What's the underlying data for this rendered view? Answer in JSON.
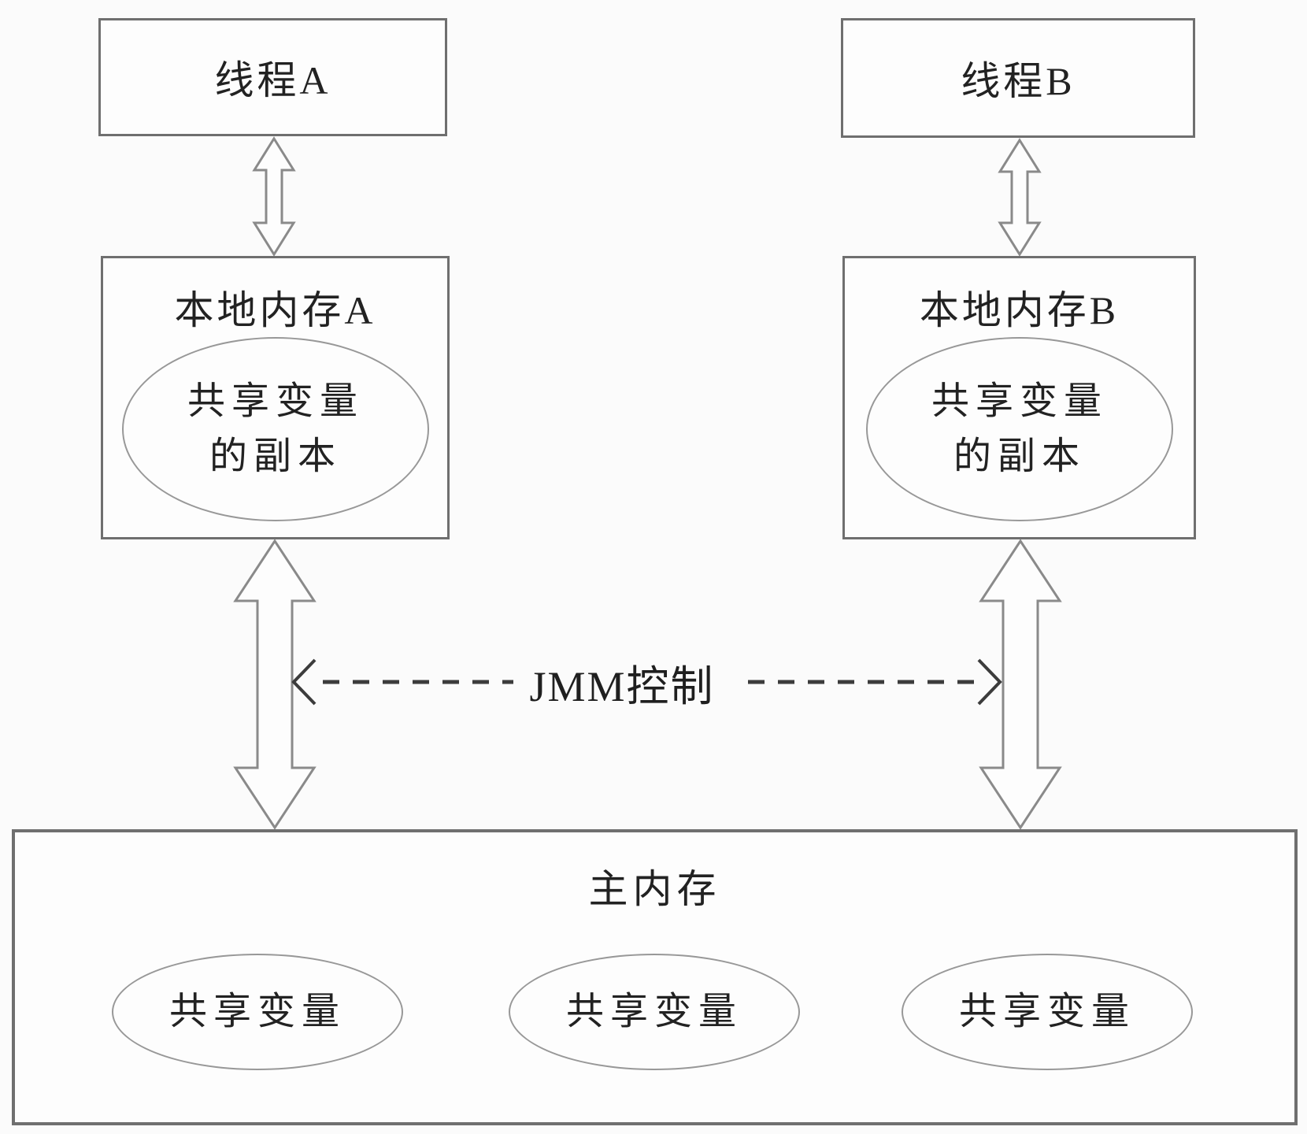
{
  "diagram": {
    "title_semantic": "Java Memory Model (JMM) diagram",
    "nodes": {
      "thread_a": {
        "label": "线程A"
      },
      "thread_b": {
        "label": "线程B"
      },
      "local_memory_a": {
        "title": "本地内存A",
        "ellipse": {
          "line1": "共享变量",
          "line2": "的副本"
        }
      },
      "local_memory_b": {
        "title": "本地内存B",
        "ellipse": {
          "line1": "共享变量",
          "line2": "的副本"
        }
      },
      "main_memory": {
        "title": "主内存",
        "ellipses": [
          {
            "label": "共享变量"
          },
          {
            "label": "共享变量"
          },
          {
            "label": "共享变量"
          }
        ]
      }
    },
    "connections": {
      "jmm_control_label": "JMM控制"
    },
    "colors": {
      "background": "#fbfbfb",
      "box_border": "#6f6f6f",
      "ellipse_border": "#989898",
      "arrow_outline": "#8a8a8a",
      "dashed_line": "#3c3c3c",
      "text": "#222222"
    }
  }
}
